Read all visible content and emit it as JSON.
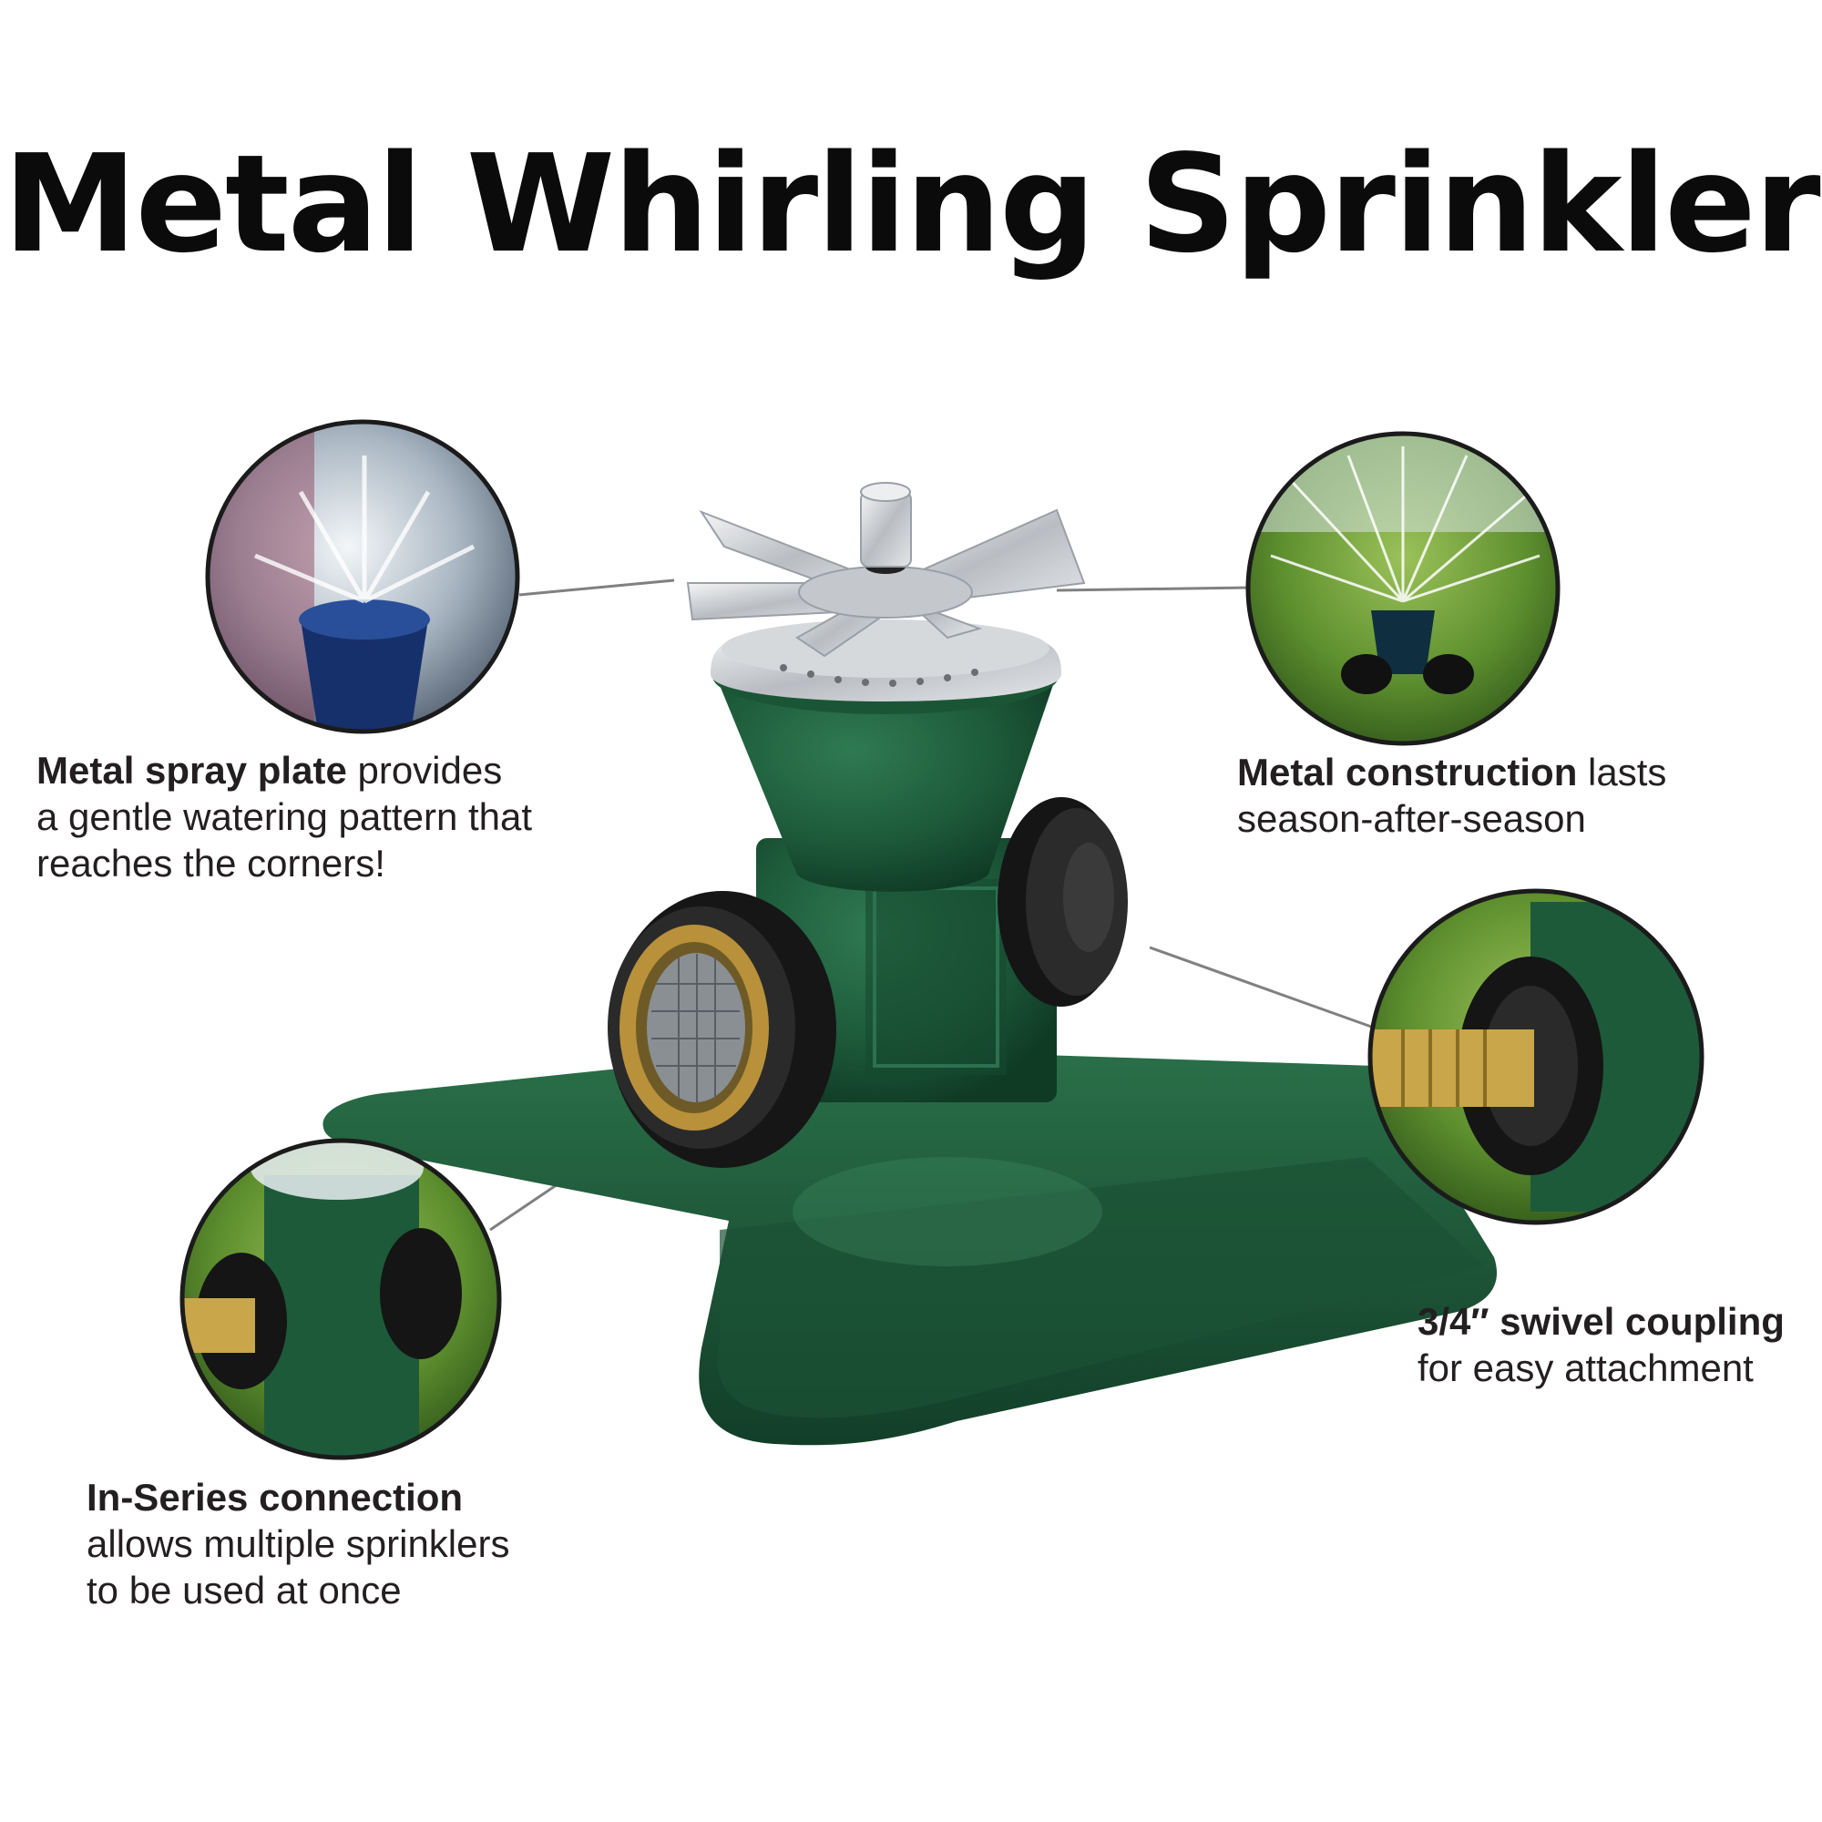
{
  "title": "Metal Whirling Sprinkler",
  "callouts": {
    "spray_plate": {
      "bold": "Metal spray plate",
      "line1_rest": " provides",
      "line2": "a gentle watering pattern that",
      "line3": "reaches the corners!"
    },
    "construction": {
      "bold": "Metal construction",
      "line1_rest": " lasts",
      "line2": "season-after-season"
    },
    "coupling": {
      "bold": "3/4″ swivel coupling",
      "line2": "for easy attachment"
    },
    "in_series": {
      "bold": "In-Series connection",
      "line2": "allows multiple sprinklers",
      "line3": "to be used at once"
    }
  },
  "colors": {
    "sprinkler_green": "#1d5a3a",
    "dark_green": "#123e28",
    "black_coupling": "#1b1b1b",
    "brass": "#b8913a",
    "metal": "#c9ccd0",
    "leader_line": "#808080"
  }
}
